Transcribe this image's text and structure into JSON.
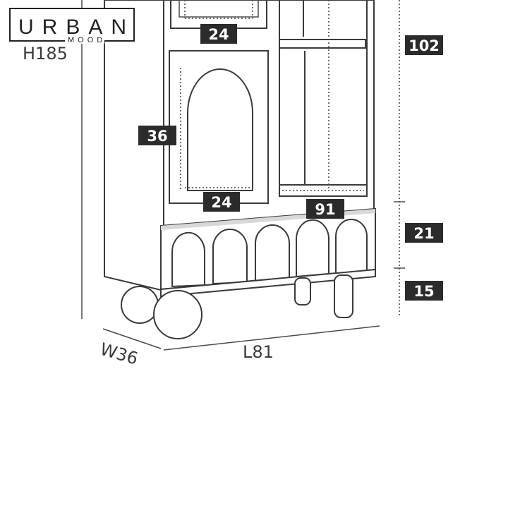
{
  "brand": {
    "name": "URBAN",
    "tagline": "MOOD"
  },
  "dimensions": {
    "height_label": "H185",
    "width_label": "W36",
    "length_label": "L81",
    "upper_door_width": "24",
    "lower_door_width": "24",
    "lower_door_height": "36",
    "open_shelf_width": "91",
    "upper_section_height": "102",
    "drawer_height": "21",
    "leg_height": "15"
  }
}
